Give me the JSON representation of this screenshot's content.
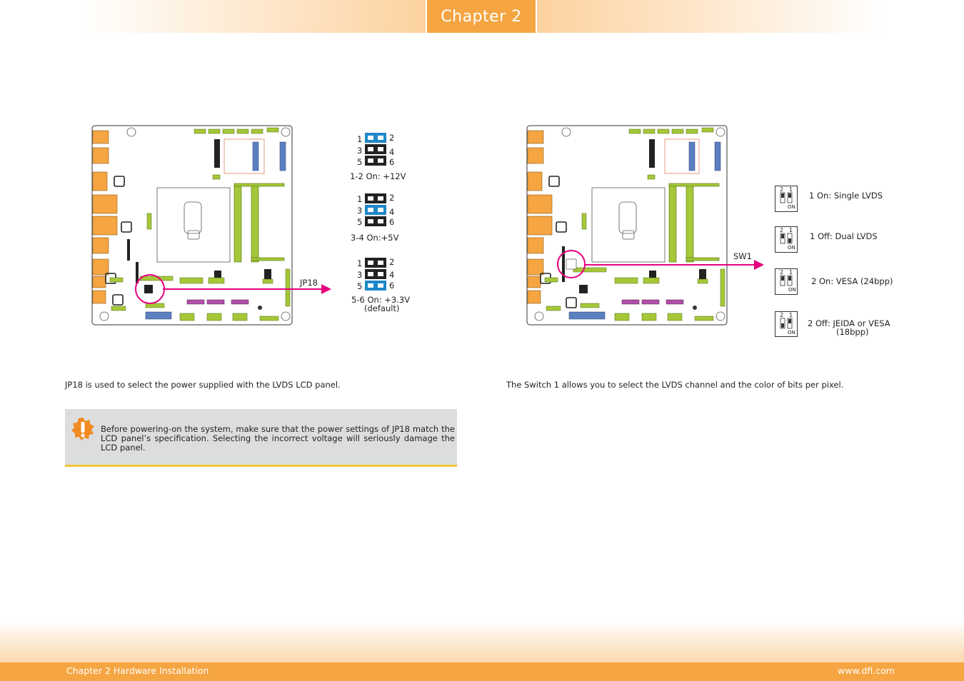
{
  "header": {
    "chapter_tab": "Chapter 2"
  },
  "left": {
    "callout_label": "JP18",
    "jumper_settings": [
      {
        "pins_left": [
          "1",
          "3",
          "5"
        ],
        "pins_right": [
          "2",
          "4",
          "6"
        ],
        "caption": "1-2 On: +12V",
        "active_row": 0
      },
      {
        "pins_left": [
          "1",
          "3",
          "5"
        ],
        "pins_right": [
          "2",
          "4",
          "6"
        ],
        "caption": "3-4 On:+5V",
        "active_row": 1
      },
      {
        "pins_left": [
          "1",
          "3",
          "5"
        ],
        "pins_right": [
          "2",
          "4",
          "6"
        ],
        "caption": "5-6 On: +3.3V",
        "caption2": "(default)",
        "active_row": 2
      }
    ],
    "description": "JP18 is used to select the power supplied with the LVDS LCD panel.",
    "note": "Before powering-on the system, make sure that the power settings of JP18 match the LCD panel’s specification. Selecting the incorrect voltage will seriously damage the LCD panel."
  },
  "right": {
    "callout_label": "SW1",
    "switch_settings": [
      {
        "caption": "1 On: Single LVDS",
        "on_label": "ON",
        "num_left": "2",
        "num_right": "1"
      },
      {
        "caption": "1 Off: Dual LVDS",
        "on_label": "ON",
        "num_left": "2",
        "num_right": "1"
      },
      {
        "caption": "2 On: VESA (24bpp)",
        "on_label": "ON",
        "num_left": "2",
        "num_right": "1"
      },
      {
        "caption": "2 Off: JEIDA or VESA",
        "caption2": "(18bpp)",
        "on_label": "ON",
        "num_left": "2",
        "num_right": "1"
      }
    ],
    "description": "The Switch 1 allows you to select the LVDS channel and the color of bits per pixel."
  },
  "footer": {
    "left": "Chapter 2 Hardware Installation",
    "right": "www.dfi.com"
  },
  "colors": {
    "accent": "#f5a542",
    "callout": "#e6007e",
    "jumper_blue": "#1e88c8",
    "board_green": "#a5c739"
  }
}
